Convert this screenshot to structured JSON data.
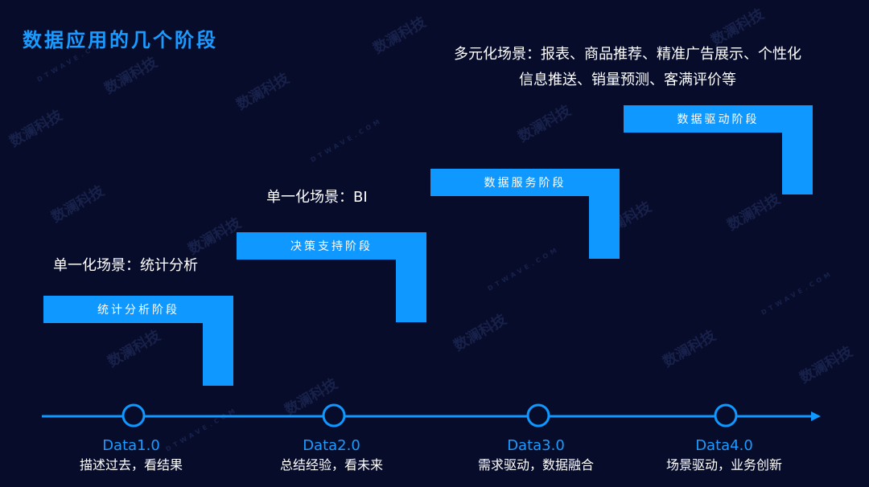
{
  "title": "数据应用的几个阶段",
  "watermark": {
    "cn": "数澜科技",
    "en": "DTWAVE.COM"
  },
  "stages": [
    {
      "label": "统计分析阶段",
      "version": "Data1.0",
      "description": "描述过去，看结果",
      "scene": "单一化场景：统计分析"
    },
    {
      "label": "决策支持阶段",
      "version": "Data2.0",
      "description": "总结经验，看未来",
      "scene": "单一化场景：BI"
    },
    {
      "label": "数据服务阶段",
      "version": "Data3.0",
      "description": "需求驱动，数据融合",
      "scene": ""
    },
    {
      "label": "数据驱动阶段",
      "version": "Data4.0",
      "description": "场景驱动，业务创新",
      "scene": ""
    }
  ],
  "multi_scene": {
    "line1": "多元化场景：报表、商品推荐、精准广告展示、个性化",
    "line2": "信息推送、销量预测、客满评价等"
  },
  "colors": {
    "background": "#070c2a",
    "accent": "#0f98ff",
    "title": "#1a9bff",
    "text": "#ffffff"
  }
}
